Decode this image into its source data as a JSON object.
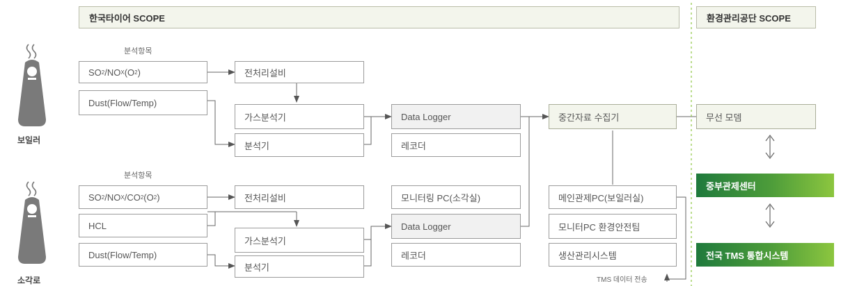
{
  "headers": {
    "left_scope": "한국타이어 SCOPE",
    "right_scope": "환경관리공단 SCOPE"
  },
  "sources": {
    "boiler": "보일러",
    "incinerator": "소각로"
  },
  "analysis_label": "분석항목",
  "boiler": {
    "items": {
      "so2_nox_o2": {
        "a": "SO",
        "b": "2",
        "c": "/NO",
        "d": "X",
        "e": "(O",
        "f": "2",
        "g": ")"
      },
      "dust": "Dust(Flow/Temp)"
    },
    "preprocess": "전처리설비",
    "gas_analyzer": "가스분석기",
    "analyzer": "분석기",
    "data_logger": "Data Logger",
    "recorder": "레코더"
  },
  "incinerator": {
    "items": {
      "so2_nox_co2_o2": {
        "a": "SO",
        "b": "2",
        "c": "/NO",
        "d": "X",
        "e": "/CO",
        "f": "2",
        "g": "(O",
        "h": "2",
        "i": ")"
      },
      "hcl": "HCL",
      "dust": "Dust(Flow/Temp)"
    },
    "preprocess": "전처리설비",
    "gas_analyzer": "가스분석기",
    "analyzer": "분석기",
    "monitoring_pc": "모니터링 PC(소각실)",
    "data_logger": "Data Logger",
    "recorder": "레코더"
  },
  "collector": "중간자료 수집기",
  "main_pc": "메인관제PC(보일러실)",
  "monitor_pc": "모니터PC 환경안전팀",
  "production": "생산관리시스템",
  "tms_transfer": "TMS 데이터 전송",
  "wireless_modem": "무선 모뎀",
  "control_center": "중부관제센터",
  "national_tms": "전국 TMS 통합시스템",
  "colors": {
    "scope_bg": "#f3f5ec",
    "gray_box": "#f1f1f1",
    "gradient_start": "#1f7a3c",
    "gradient_end": "#8cc63f",
    "divider": "#8cc63f"
  }
}
